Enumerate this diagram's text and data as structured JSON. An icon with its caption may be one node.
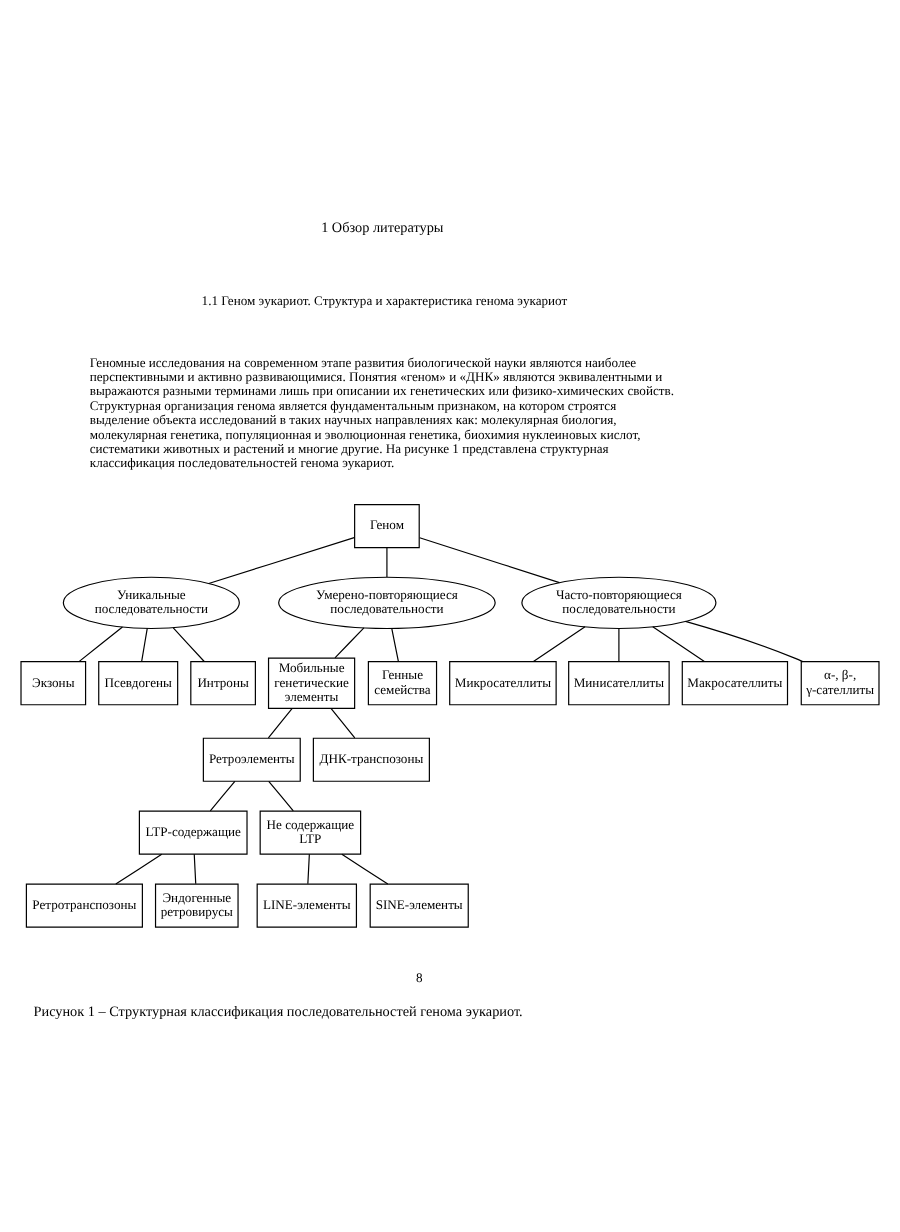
{
  "diagram": {
    "caption": "Рисунок 1 – Структурная классификация последовательностей генома эукариот.",
    "nodes": [
      {
        "text": [
          "Геном"
        ]
      },
      {
        "text": [
          "Уникальные последовательности"
        ]
      },
      {
        "text": [
          "Умерено-повторяющиеся последовательности"
        ]
      },
      {
        "text": [
          "Часто-повторяющиеся последовательности"
        ]
      },
      {
        "text": [
          "Экзоны"
        ]
      },
      {
        "text": [
          "Псевдогены"
        ]
      },
      {
        "text": [
          "Интроны"
        ]
      },
      {
        "text": [
          "Мобильные генетические элементы"
        ]
      },
      {
        "text": [
          "Генные семейства"
        ]
      },
      {
        "text": [
          "Микросателлиты"
        ]
      },
      {
        "text": [
          "Минисателлиты"
        ]
      },
      {
        "text": [
          "Макросателлиты"
        ]
      },
      {
        "text": [
          "α-, β-, γ-сателлиты"
        ]
      },
      {
        "text": [
          "Ретроэлементы"
        ]
      },
      {
        "text": [
          "ДНК-транспозоны"
        ]
      },
      {
        "text": [
          "LTP-содержащие"
        ]
      },
      {
        "text": [
          "Не содержащие LTP"
        ]
      },
      {
        "text": [
          "Ретротранспозоны"
        ]
      },
      {
        "text": [
          "Эндогенные ретровирусы"
        ]
      },
      {
        "text": [
          "LINE-элементы"
        ]
      },
      {
        "text": [
          "SINE-элементы"
        ]
      }
    ],
    "edges": [
      {
        "from": 0,
        "to": 1,
        "arrow": "none"
      },
      {
        "from": 0,
        "to": 2,
        "arrow": "none"
      },
      {
        "from": 0,
        "to": 3,
        "arrow": "none"
      },
      {
        "from": 1,
        "to": 4,
        "arrow": "none"
      },
      {
        "from": 1,
        "to": 5,
        "arrow": "none"
      },
      {
        "from": 1,
        "to": 6,
        "arrow": "none"
      },
      {
        "from": 2,
        "to": 7,
        "arrow": "none"
      },
      {
        "from": 2,
        "to": 8,
        "arrow": "none"
      },
      {
        "from": 3,
        "to": 9,
        "arrow": "none"
      },
      {
        "from": 3,
        "to": 10,
        "arrow": "none"
      },
      {
        "from": 3,
        "to": 11,
        "arrow": "none"
      },
      {
        "from": 3,
        "to": 12,
        "arrow": "none"
      },
      {
        "from": 7,
        "to": 13,
        "arrow": "none"
      },
      {
        "from": 7,
        "to": 14,
        "arrow": "none"
      },
      {
        "from": 13,
        "to": 15,
        "arrow": "none"
      },
      {
        "from": 13,
        "to": 16,
        "arrow": "none"
      },
      {
        "from": 15,
        "to": 17,
        "arrow": "none"
      },
      {
        "from": 15,
        "to": 18,
        "arrow": "none"
      },
      {
        "from": 16,
        "to": 19,
        "arrow": "none"
      },
      {
        "from": 16,
        "to": 20,
        "arrow": "none"
      }
    ],
    "labels": [
      "1 Обзор литературы",
      "1.1 Геном эукариот. Структура и характеристика генома эукариот",
      "Геномные исследования на современном этапе развития биологической науки являются наиболее перспективными и активно развивающимися. Понятия «геном» и «ДНК» являются эквивалентными и выражаются разными терминами лишь при описании их генетических или физико-химических свойств. Структурная организация генома является фундаментальным признаком, на котором строятся выделение объекта исследований в таких научных направлениях как: молекулярная биология, молекулярная генетика, популяционная и эволюционная генетика, биохимия нуклеиновых кислот, систематики животных и растений и многие другие. На рисунке 1 представлена структурная классификация последовательностей генома эукариот.",
      "8"
    ]
  }
}
